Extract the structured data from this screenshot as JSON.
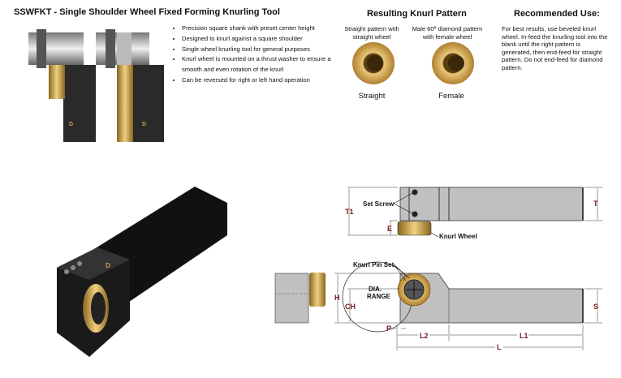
{
  "title": "SSWFKT - Single Shoulder Wheel Fixed Forming Knurling Tool",
  "features": [
    "Precision square shank with preset center height",
    "Designed to knurl against a square shoulder",
    "Single wheel knurling tool for general purposes",
    "Knurl wheel is mounted on a thrust washer to ensure a smooth and even rotation of the knurl",
    "Can be reversed for right or left hand operation"
  ],
  "pattern": {
    "heading": "Resulting Knurl Pattern",
    "items": [
      {
        "caption": "Straight pattern with straight wheel",
        "label": "Straight"
      },
      {
        "caption": "Male 60º diamond pattern with female wheel",
        "label": "Female"
      }
    ]
  },
  "recommended": {
    "heading": "Recommended Use:",
    "text": "For best results, use beveled knurl wheel. In-feed the knurling tool into the blank until the right pattern is generated, then end-feed for straight pattern. Do not end-feed for diamond pattern."
  },
  "diagram": {
    "callouts": {
      "set_screw": "Set Screw",
      "knurl_wheel": "Knurl Wheel",
      "knurl_pin_set": "Knurl Pin Set",
      "dia_range_1": "DIA.",
      "dia_range_2": "RANGE"
    },
    "dims": {
      "T1": "T1",
      "T": "T",
      "E": "E",
      "H": "H",
      "CH": "CH",
      "S": "S",
      "P": "P",
      "L2": "L2",
      "L1": "L1",
      "L": "L"
    }
  },
  "colors": {
    "brass": "#c8a048",
    "body": "#c0c0c0",
    "dim": "#7a1a1a"
  }
}
